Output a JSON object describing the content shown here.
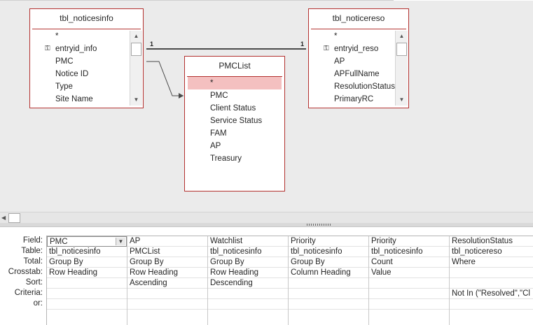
{
  "tables": [
    {
      "title": "tbl_noticesinfo",
      "fields": [
        "*",
        "entryid_info",
        "PMC",
        "Notice ID",
        "Type",
        "Site Name"
      ]
    },
    {
      "title": "PMCList",
      "fields": [
        "*",
        "PMC",
        "Client Status",
        "Service Status",
        "FAM",
        "AP",
        "Treasury"
      ]
    },
    {
      "title": "tbl_noticereso",
      "fields": [
        "*",
        "entryid_reso",
        "AP",
        "APFullName",
        "ResolutionStatus",
        "PrimaryRC"
      ]
    }
  ],
  "relationship_labels": [
    "1",
    "1"
  ],
  "grid_row_labels": [
    "Field:",
    "Table:",
    "Total:",
    "Crosstab:",
    "Sort:",
    "Criteria:",
    "or:"
  ],
  "grid_columns": [
    {
      "field": "PMC",
      "table": "tbl_noticesinfo",
      "total": "Group By",
      "crosstab": "Row Heading",
      "sort": "",
      "criteria": "",
      "or": ""
    },
    {
      "field": "AP",
      "table": "PMCList",
      "total": "Group By",
      "crosstab": "Row Heading",
      "sort": "Ascending",
      "criteria": "",
      "or": ""
    },
    {
      "field": "Watchlist",
      "table": "tbl_noticesinfo",
      "total": "Group By",
      "crosstab": "Row Heading",
      "sort": "Descending",
      "criteria": "",
      "or": ""
    },
    {
      "field": "Priority",
      "table": "tbl_noticesinfo",
      "total": "Group By",
      "crosstab": "Column Heading",
      "sort": "",
      "criteria": "",
      "or": ""
    },
    {
      "field": "Priority",
      "table": "tbl_noticesinfo",
      "total": "Count",
      "crosstab": "Value",
      "sort": "",
      "criteria": "",
      "or": ""
    },
    {
      "field": "ResolutionStatus",
      "table": "tbl_noticereso",
      "total": "Where",
      "crosstab": "",
      "sort": "",
      "criteria": "Not In (\"Resolved\",\"Cl",
      "or": ""
    }
  ],
  "icons": {
    "primary_key": "key-icon",
    "scroll_up": "scroll-up-arrow-icon",
    "scroll_down": "scroll-down-arrow-icon",
    "scroll_left": "scroll-left-arrow-icon",
    "dropdown": "dropdown-arrow-icon"
  },
  "colors": {
    "table_border": "#b3312f",
    "selected_row": "#f4c0c0",
    "canvas": "#ebebeb"
  }
}
